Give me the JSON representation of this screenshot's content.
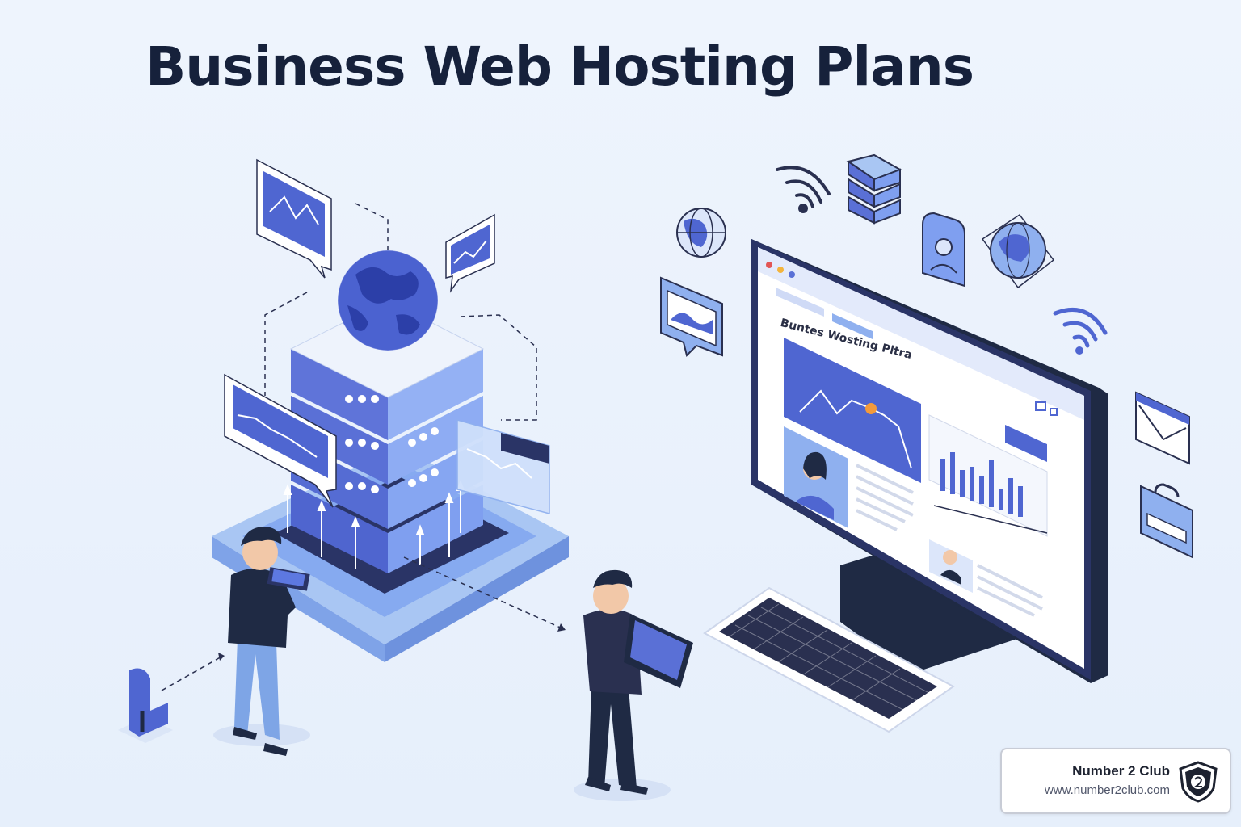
{
  "title": "Business Web Hosting Plans",
  "monitor": {
    "screen_heading": "Buntes Wosting Pltra"
  },
  "brand": {
    "name": "Number 2 Club",
    "url": "www.number2club.com"
  },
  "icons": [
    "globe-icon",
    "wifi-icon",
    "server-stack-icon",
    "user-profile-icon",
    "globe-icon",
    "image-icon",
    "wifi-icon",
    "mail-icon",
    "briefcase-icon",
    "chart-icon"
  ],
  "colors": {
    "accent": "#4a5fcf",
    "light_accent": "#8fb0ef",
    "dark": "#1f2a44",
    "background": "#eaf1fb"
  }
}
